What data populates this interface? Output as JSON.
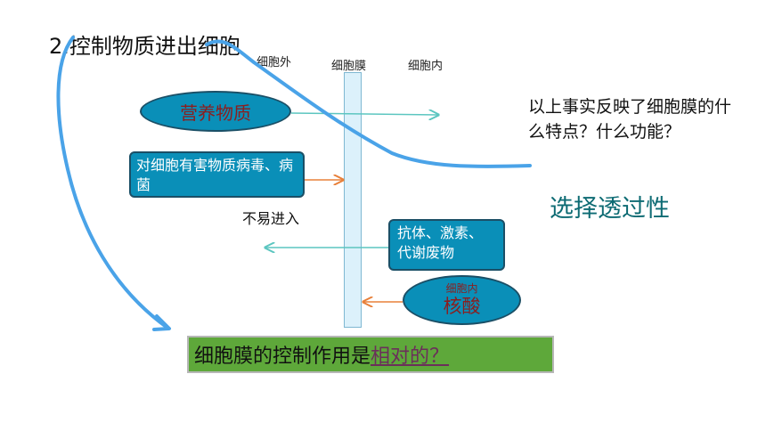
{
  "title": "2.控制物质进出细胞",
  "headers": {
    "outside": "细胞外",
    "membrane": "细胞膜",
    "inside": "细胞内"
  },
  "nutrients": "营养物质",
  "harmful_box": "对细胞有害物质病毒、病菌",
  "hard_to_enter": "不易进入",
  "antibody_box": "抗体、激素、代谢废物",
  "nucleic": {
    "small": "细胞内",
    "label": "核酸"
  },
  "question": "以上事实反映了细胞膜的什么特点？什么功能？",
  "answer": "选择透过性",
  "banner": {
    "prefix": "细胞膜的控制作用是",
    "underlined": "相对的？"
  },
  "colors": {
    "ellipse_fill": "#0a8fb8",
    "arrow_teal": "#5cc6c0",
    "arrow_orange": "#e8803a",
    "annotation_blue": "#4aa3e8",
    "banner_green": "#5ea83a"
  }
}
